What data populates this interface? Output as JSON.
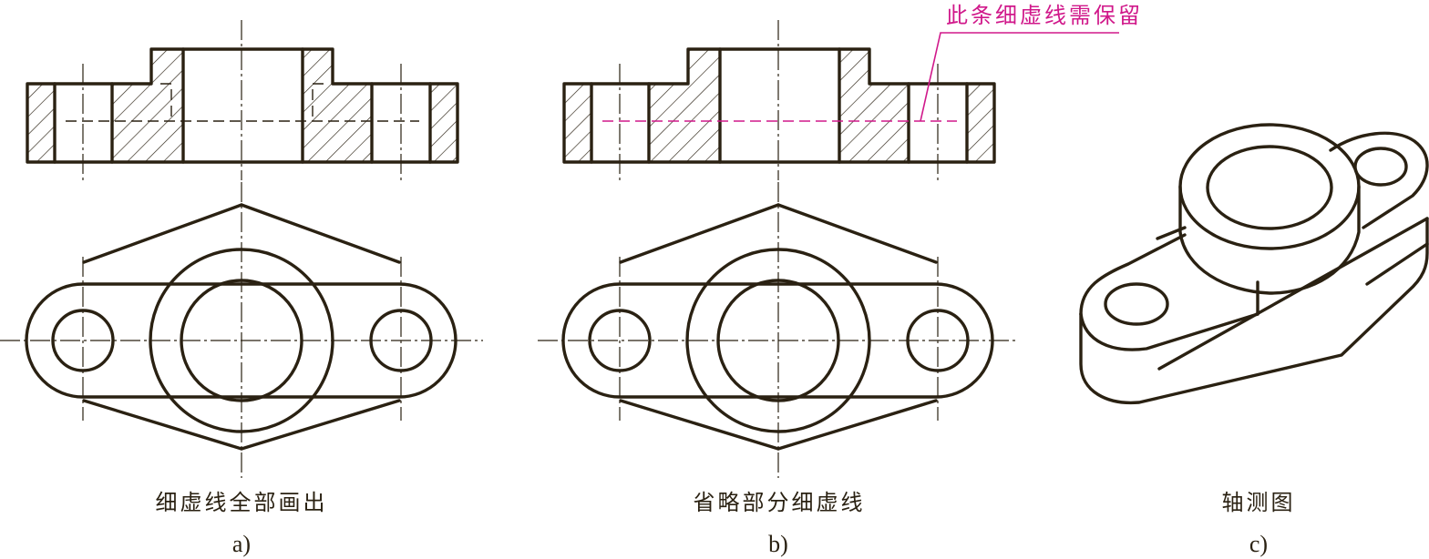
{
  "views": [
    {
      "caption": "细虚线全部画出",
      "label": "a)"
    },
    {
      "caption": "省略部分细虚线",
      "label": "b)"
    },
    {
      "caption": "轴测图",
      "label": "c)"
    }
  ],
  "annotation": {
    "text": "此条细虚线需保留",
    "color": "#d0188a"
  },
  "colors": {
    "line": "#2a2112",
    "highlight": "#d0188a"
  }
}
